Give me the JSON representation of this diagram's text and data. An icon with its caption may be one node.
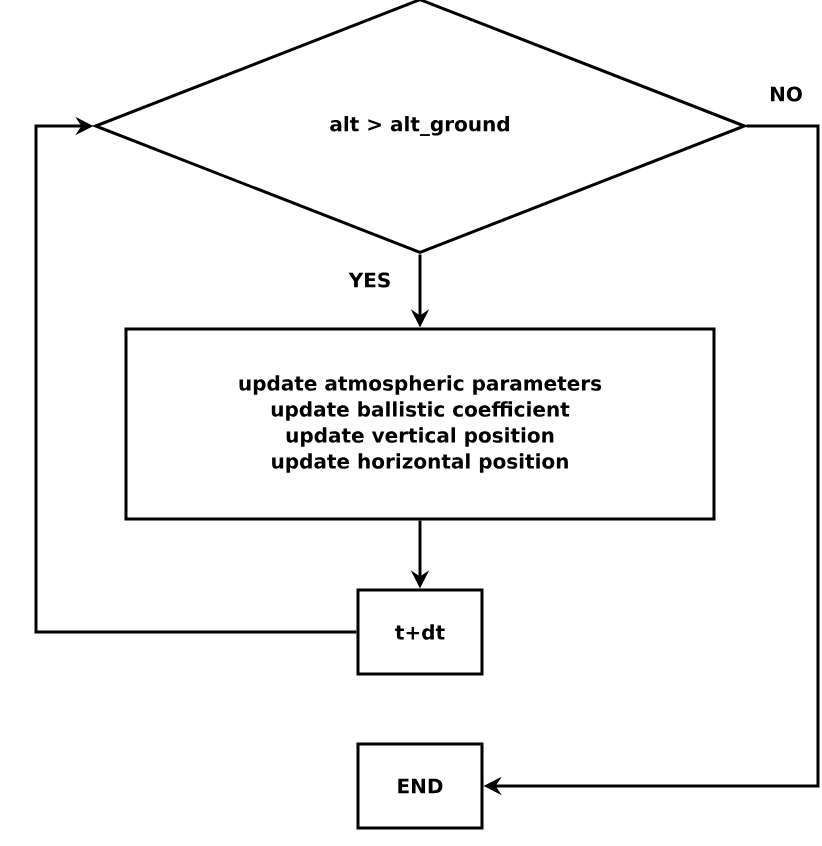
{
  "diagram": {
    "nodes": [
      {
        "text": [
          "alt > alt_ground"
        ]
      },
      {
        "text": [
          "update atmospheric parameters",
          "update ballistic coefficient",
          "update vertical position",
          "update horizontal position"
        ]
      },
      {
        "text": [
          "t+dt"
        ]
      },
      {
        "text": [
          "END"
        ]
      }
    ],
    "edges": [
      {
        "from": 0,
        "to": 1,
        "arrow": "to",
        "label": "YES"
      },
      {
        "from": 1,
        "to": 2,
        "arrow": "to"
      },
      {
        "from": 2,
        "to": 0,
        "arrow": "to"
      },
      {
        "from": 0,
        "to": 3,
        "arrow": "to",
        "label": "NO"
      }
    ]
  }
}
